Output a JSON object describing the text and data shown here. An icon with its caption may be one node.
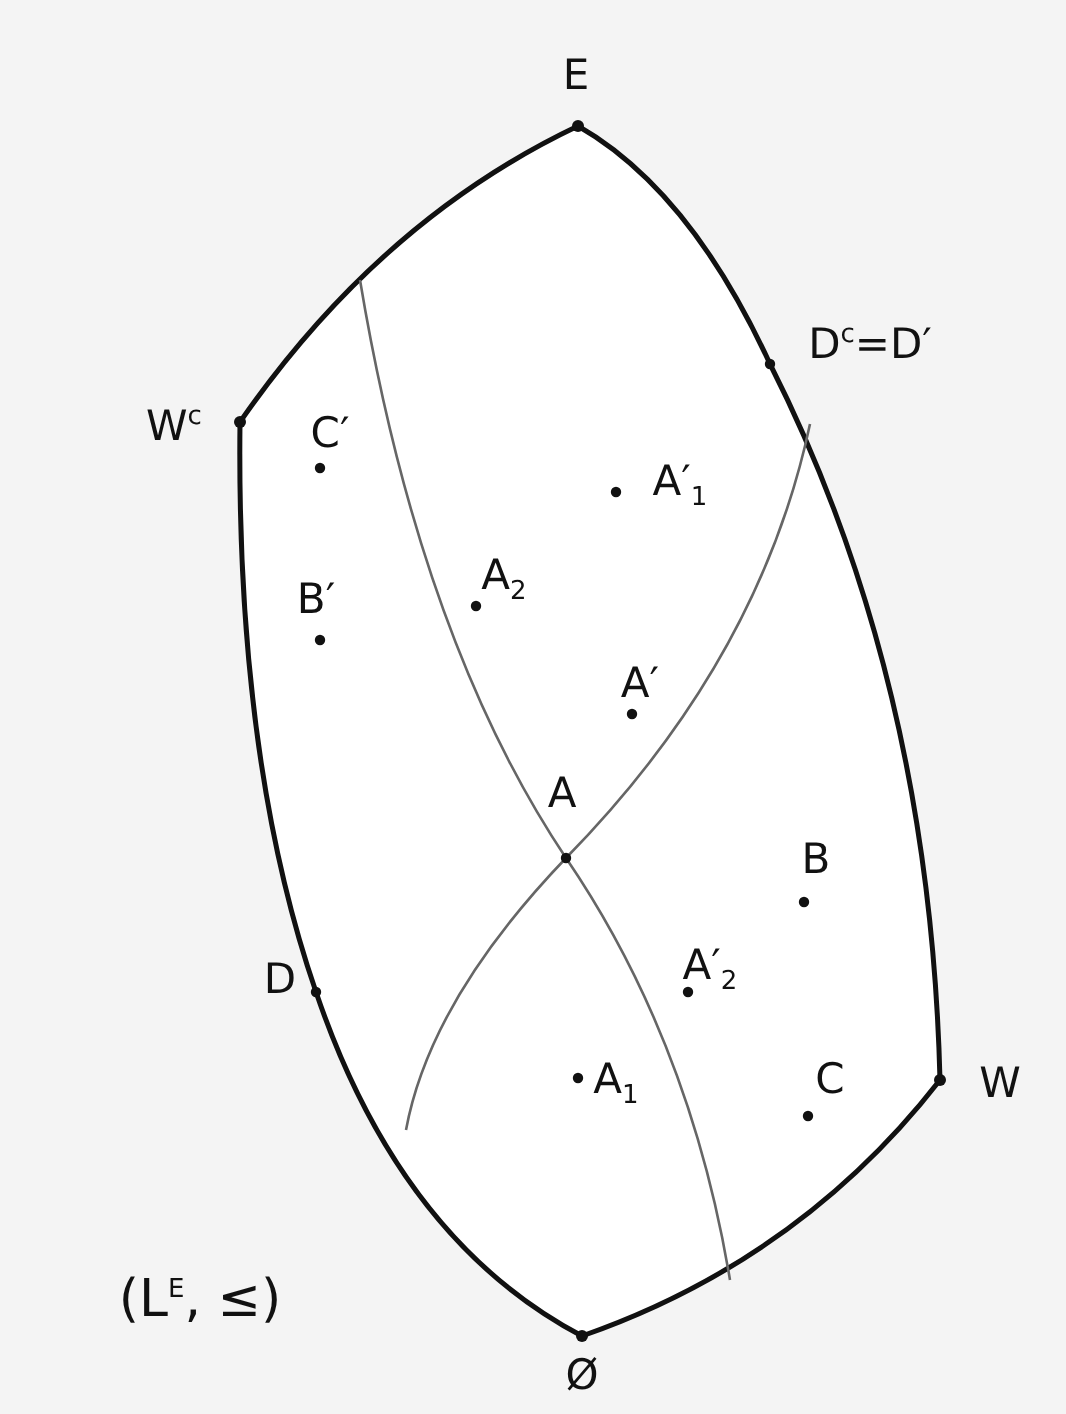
{
  "diagram": {
    "labels": [
      "E",
      "D$^{c}$=D′",
      "W$^{c}$",
      "C′",
      "A′$_{1}$",
      "A$_{2}$",
      "B′",
      "A′",
      "A",
      "B",
      "D",
      "A′$_{2}$",
      "W",
      "A$_{1}$",
      "C",
      "(L$^{E}$, ≤)",
      "Ø"
    ]
  }
}
